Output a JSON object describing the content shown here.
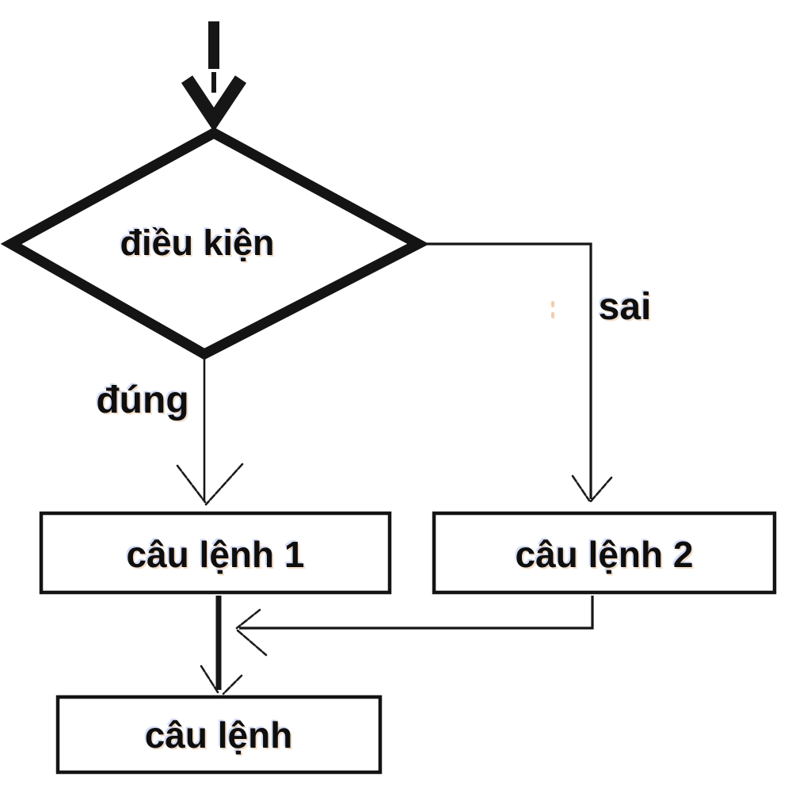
{
  "diagram": {
    "kind": "flowchart-if-else",
    "language": "vi",
    "decision": {
      "label": "điều kiện",
      "shape": "diamond"
    },
    "branch_labels": {
      "true": "đúng",
      "false": "sai"
    },
    "nodes": {
      "statement1": {
        "label": "câu lệnh 1",
        "shape": "rect"
      },
      "statement2": {
        "label": "câu lệnh 2",
        "shape": "rect"
      },
      "next_statement": {
        "label": "câu lệnh",
        "shape": "rect"
      }
    },
    "edges": [
      {
        "from": "entry",
        "to": "decision",
        "label": ""
      },
      {
        "from": "decision",
        "to": "statement1",
        "label": "đúng"
      },
      {
        "from": "decision",
        "to": "statement2",
        "label": "sai"
      },
      {
        "from": "statement1",
        "to": "next_statement",
        "label": ""
      },
      {
        "from": "statement2",
        "to": "next_statement",
        "label": ""
      }
    ],
    "colors": {
      "ink": "#161616",
      "background": "#ffffff",
      "artifact_mark": "#edaa72"
    }
  }
}
